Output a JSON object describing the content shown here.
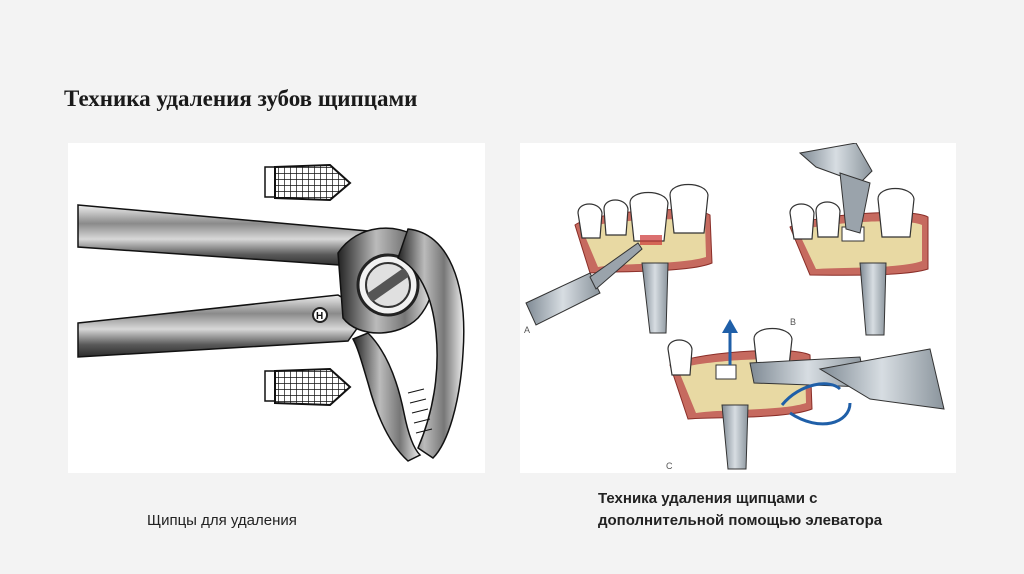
{
  "slide": {
    "title": "Техника удаления зубов щипцами",
    "left_caption": "Щипцы для удаления",
    "right_caption": "Техника удаления щипцами с дополнительной помощью элеватора"
  },
  "figure": {
    "panel_labels": [
      "A",
      "B",
      "C"
    ]
  }
}
